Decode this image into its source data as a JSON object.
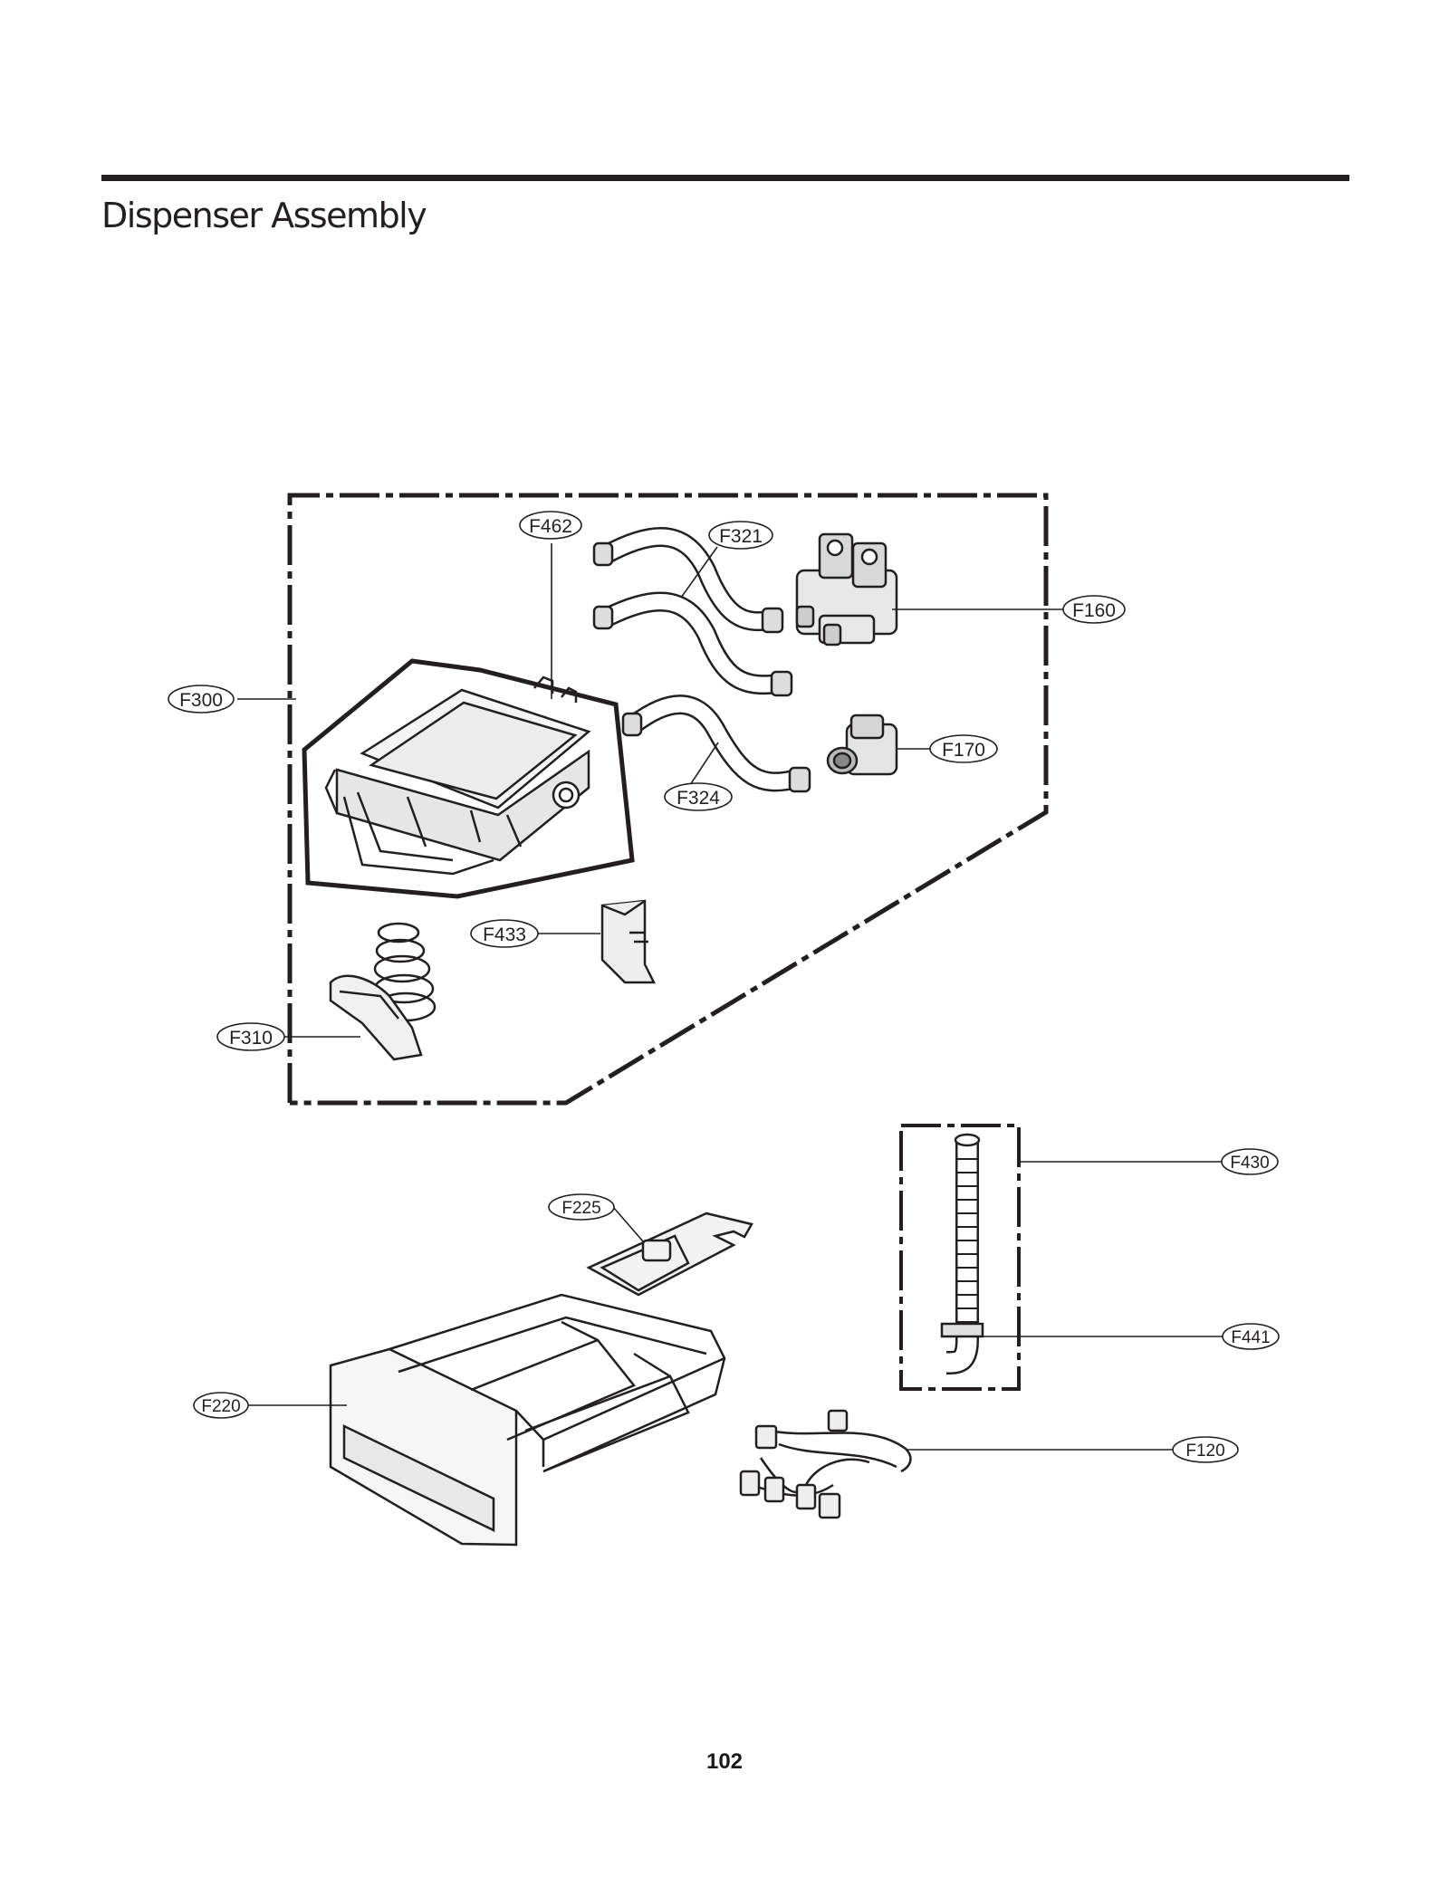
{
  "page": {
    "title": "Dispenser Assembly",
    "number": "102"
  },
  "callouts": {
    "F462": "F462",
    "F321": "F321",
    "F160": "F160",
    "F300": "F300",
    "F170": "F170",
    "F324": "F324",
    "F433": "F433",
    "F310": "F310",
    "F430": "F430",
    "F225": "F225",
    "F441": "F441",
    "F220": "F220",
    "F120": "F120"
  }
}
